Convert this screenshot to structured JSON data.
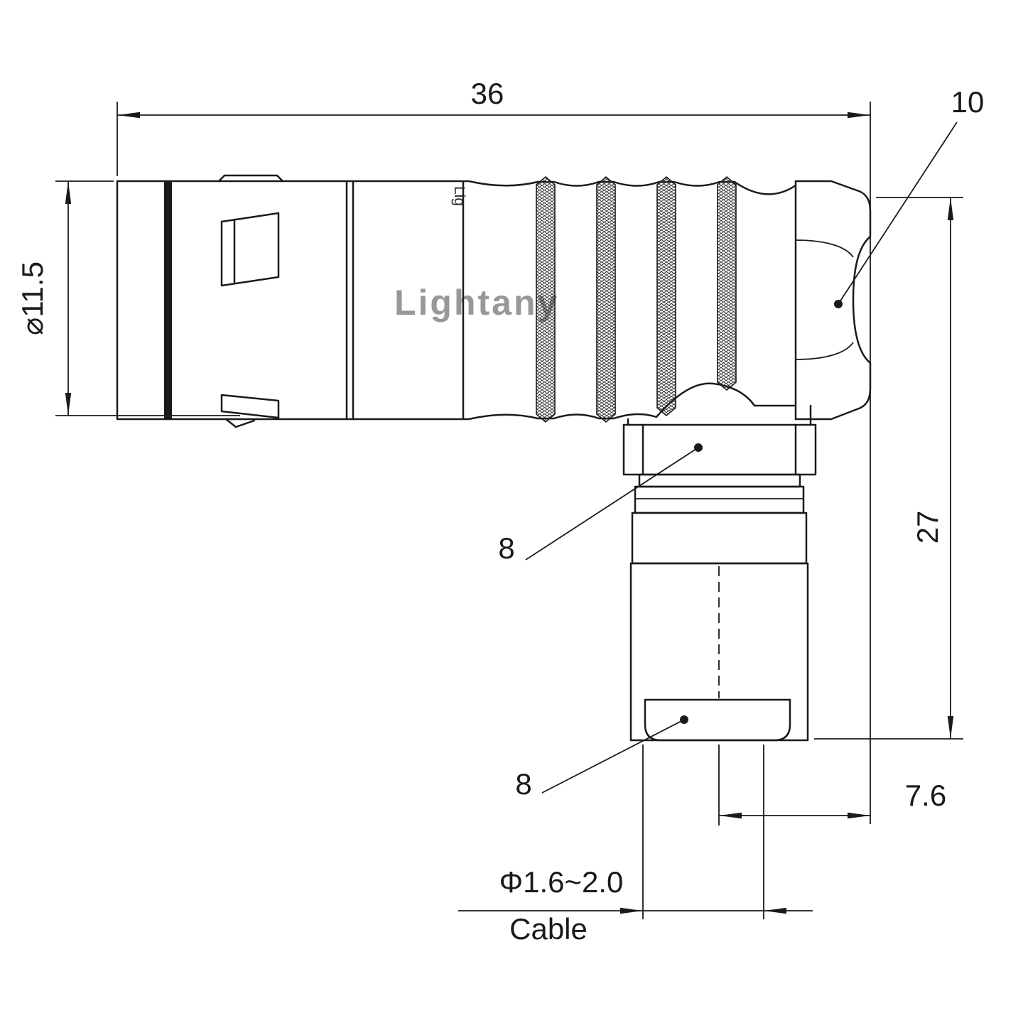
{
  "colors": {
    "line": "#1a1a1a",
    "background": "#ffffff",
    "watermark": "#ef9fae"
  },
  "watermark": {
    "text": "Lightany",
    "color": "#ef9fae"
  },
  "engraving": {
    "text": "Lig"
  },
  "dimensions": {
    "overall_length": "36",
    "rear_nut": "10",
    "front_diameter": "⌀11.5",
    "height": "27",
    "coupling_nut": "8",
    "crimp_sleeve": "8",
    "side_offset": "7.6",
    "cable_diameter": "Φ1.6~2.0",
    "cable_label": "Cable"
  }
}
